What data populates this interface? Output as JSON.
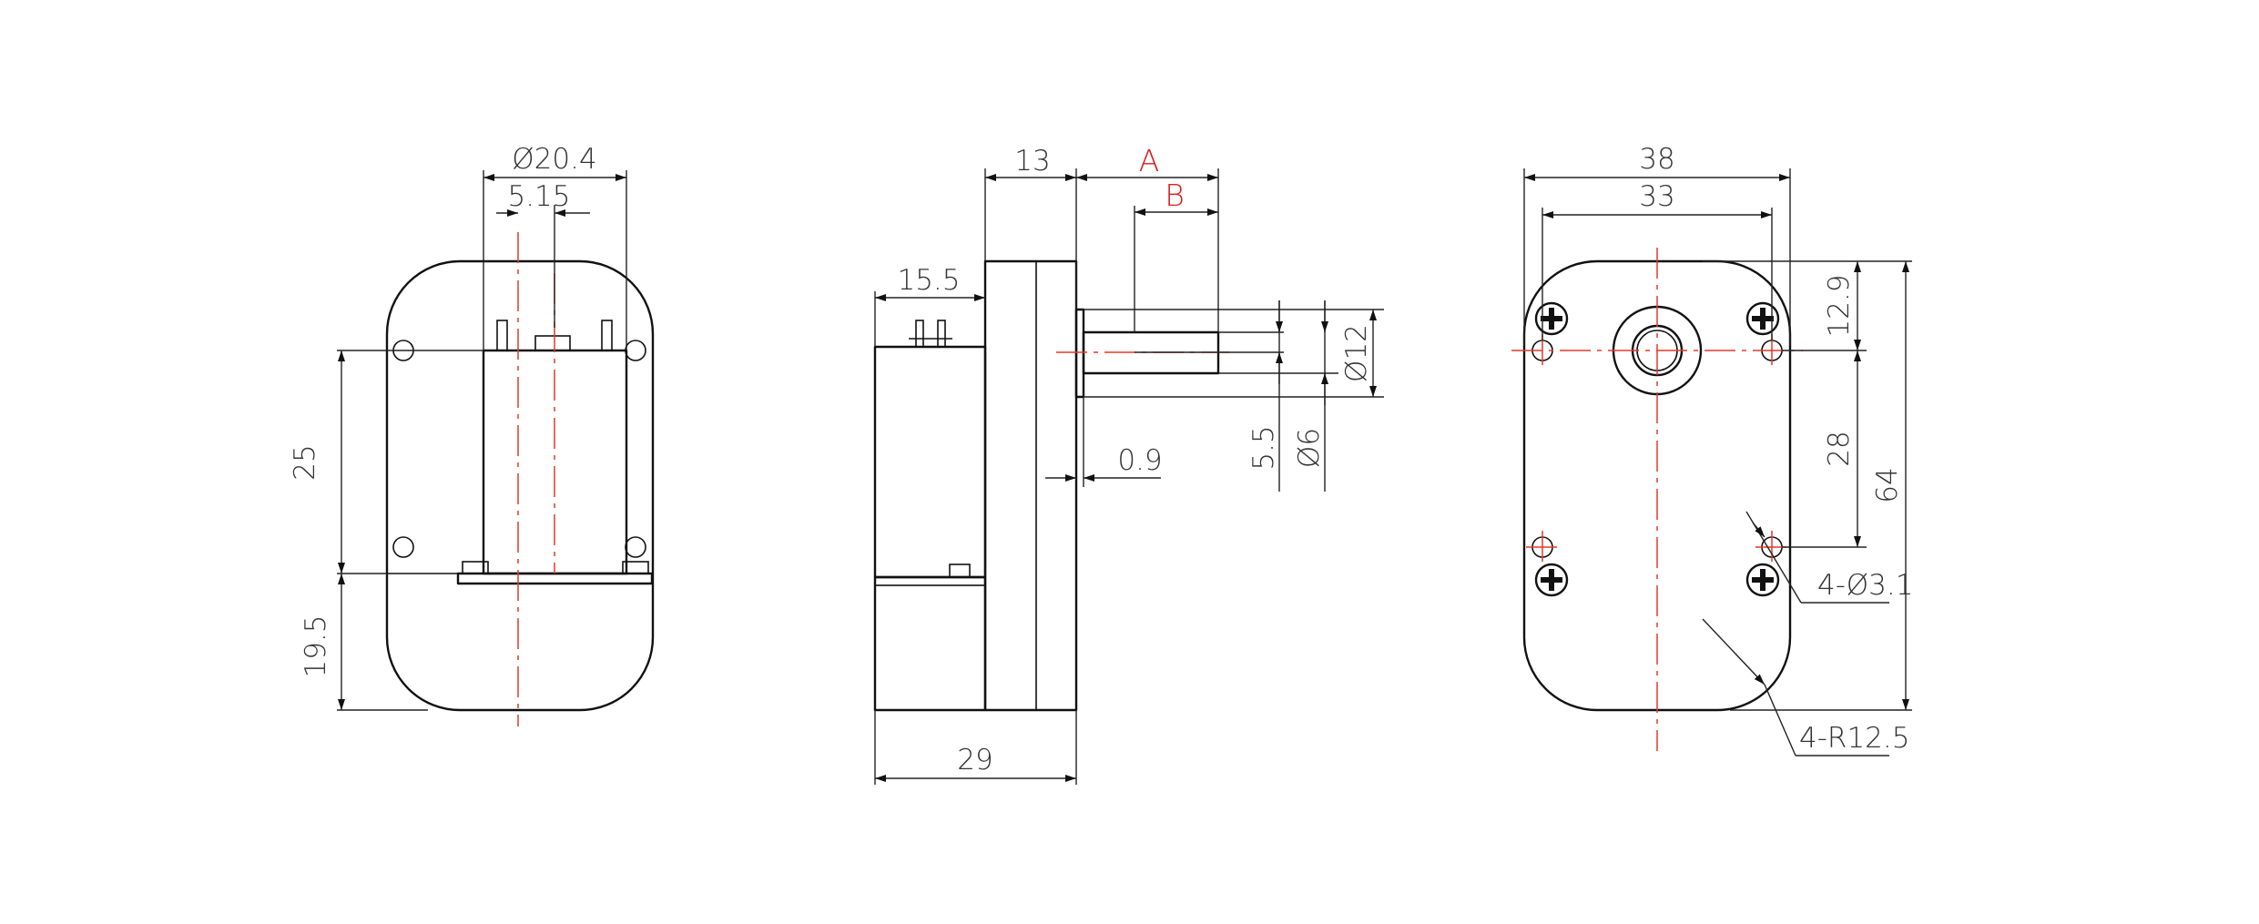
{
  "colors": {
    "outline": "#111111",
    "centerline": "#e03a2a",
    "highlight_label": "#d61f1f",
    "dimension_text": "#333333"
  },
  "front_view": {
    "dim_diameter": "Ø20.4",
    "dim_offset": "5.15",
    "dim_height_upper": "25",
    "dim_height_lower": "19.5"
  },
  "side_view": {
    "dim_gearbox_depth": "13",
    "dim_shaft_length_a": "A",
    "dim_shaft_length_b": "B",
    "dim_motor_length": "15.5",
    "dim_shaft_flat": "5.5",
    "dim_shaft_diameter": "Ø6",
    "dim_boss_diameter": "Ø12",
    "dim_boss_height": "0.9",
    "dim_total_depth": "29"
  },
  "rear_view": {
    "dim_width_overall": "38",
    "dim_hole_spacing_x": "33",
    "dim_top_to_shaft": "12.9",
    "dim_hole_spacing_y": "28",
    "dim_height_overall": "64",
    "dim_mount_holes": "4-Ø3.1",
    "dim_corner_radius": "4-R12.5"
  }
}
